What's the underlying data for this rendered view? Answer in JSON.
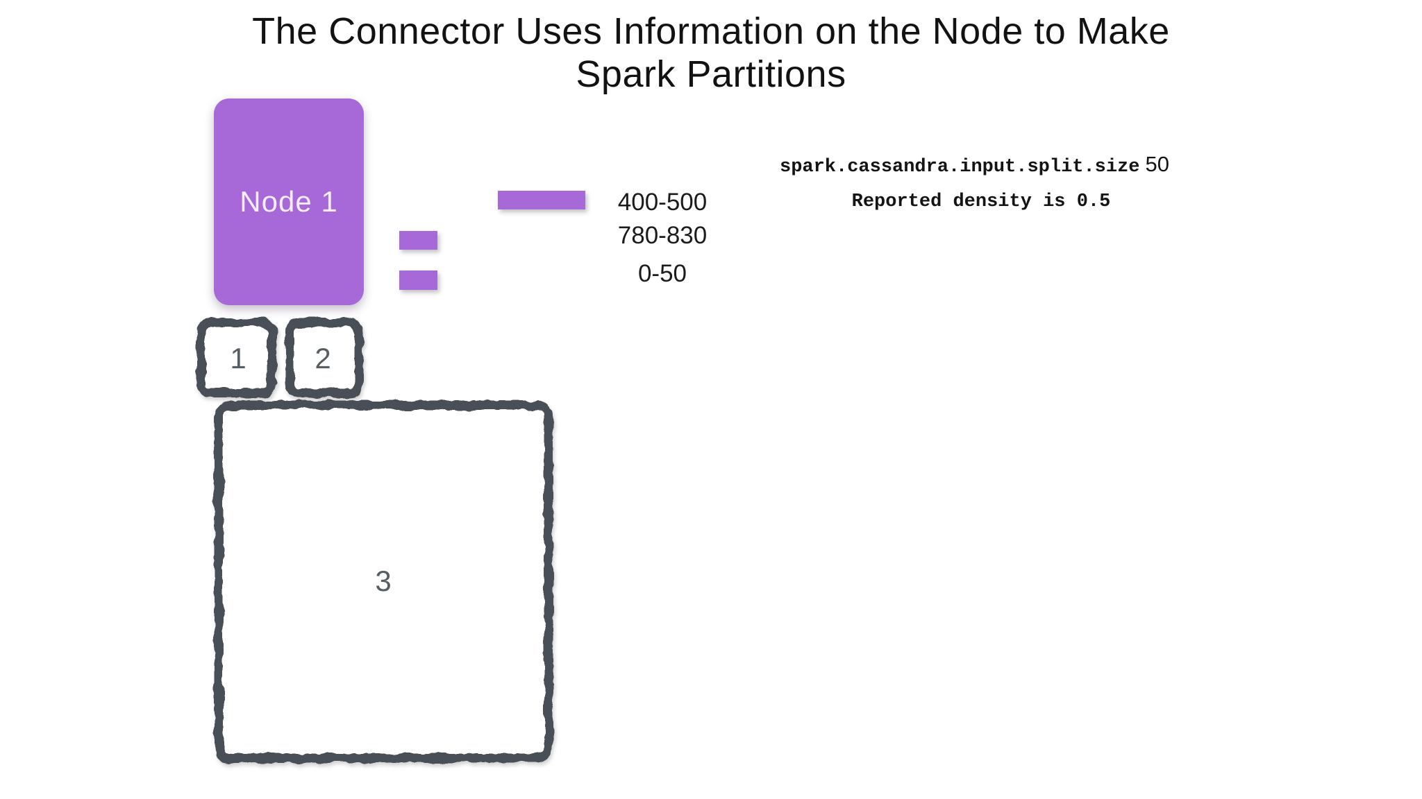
{
  "slide": {
    "title_line1": "The Connector Uses Information on the Node to Make",
    "title_line2": "Spark Partitions"
  },
  "node": {
    "label": "Node 1"
  },
  "token_ranges": [
    {
      "label": "400-500"
    },
    {
      "label": "780-830"
    },
    {
      "label": "0-50"
    }
  ],
  "config": {
    "split_size_key": "spark.cassandra.input.split.size",
    "split_size_value": "50",
    "density_text": "Reported density is 0.5"
  },
  "partitions": [
    {
      "label": "1"
    },
    {
      "label": "2"
    },
    {
      "label": "3"
    }
  ],
  "colors": {
    "node_fill": "#a768d8",
    "bar_fill": "#a768d8",
    "sketch_stroke": "#4a5056",
    "title_text": "#121212",
    "number_text": "#565d63",
    "background": "#ffffff"
  }
}
